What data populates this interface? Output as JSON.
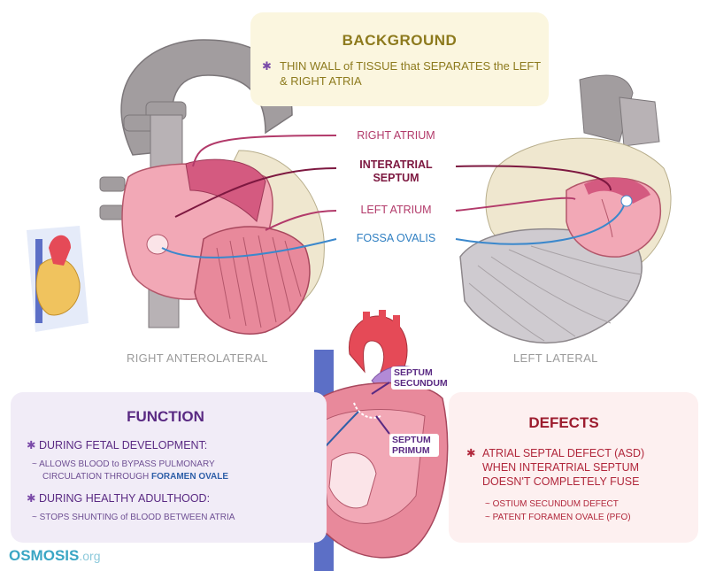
{
  "background": {
    "title": "BACKGROUND",
    "bullet_star": "✱",
    "bullet": "THIN WALL of TISSUE that SEPARATES the LEFT & RIGHT ATRIA"
  },
  "labels": {
    "right_atrium": "RIGHT ATRIUM",
    "interatrial_septum": "INTERATRIAL SEPTUM",
    "left_atrium": "LEFT ATRIUM",
    "fossa_ovalis": "FOSSA OVALIS",
    "right_anterolateral": "RIGHT ANTEROLATERAL",
    "left_lateral": "LEFT LATERAL",
    "septum_secundum": "SEPTUM SECUNDUM",
    "septum_primum": "SEPTUM PRIMUM"
  },
  "function": {
    "title": "FUNCTION",
    "bullet_star": "✱",
    "sub_mark": "~",
    "b1": "DURING FETAL DEVELOPMENT:",
    "b1_sub_1": "ALLOWS BLOOD to BYPASS PULMONARY",
    "b1_sub_2": "CIRCULATION THROUGH",
    "b1_sub_hl": "FORAMEN OVALE",
    "b2": "DURING HEALTHY ADULTHOOD:",
    "b2_sub": "STOPS SHUNTING of BLOOD BETWEEN ATRIA"
  },
  "defects": {
    "title": "DEFECTS",
    "bullet_star": "✱",
    "sub_mark": "~",
    "b1": "ATRIAL SEPTAL DEFECT (ASD) WHEN INTERATRIAL SEPTUM DOESN'T COMPLETELY FUSE",
    "s1": "OSTIUM SECUNDUM DEFECT",
    "s2": "PATENT FORAMEN OVALE (PFO)"
  },
  "logo": {
    "name": "OSMOSIS",
    "suffix": ".org"
  },
  "colors": {
    "myocardium": "#e8899b",
    "atrium": "#f2a8b6",
    "aorta": "#a29d9f",
    "vessel_blue": "#5c6fc6",
    "aorta_red": "#e54a57",
    "fossa_line": "#3b88cc",
    "label_magenta": "#b23a6a"
  }
}
